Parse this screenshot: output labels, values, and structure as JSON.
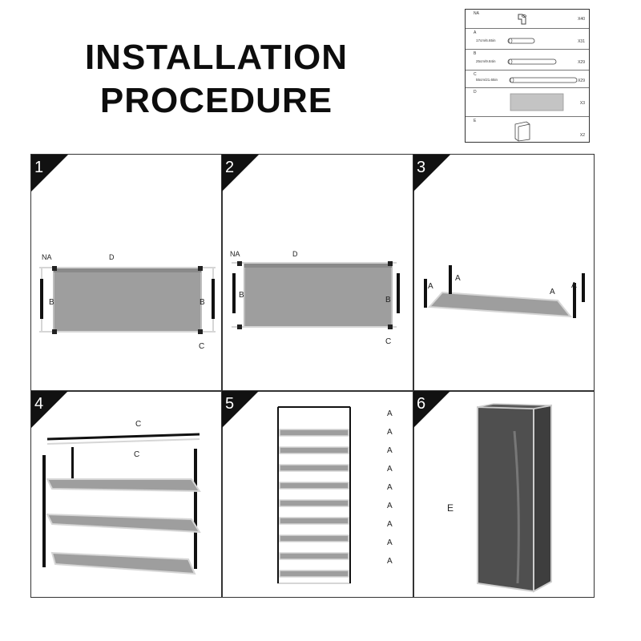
{
  "title": {
    "line1": "INSTALLATION",
    "line2": "PROCEDURE"
  },
  "parts": [
    {
      "code": "NA",
      "qty": "X40",
      "icon": "connector-icon"
    },
    {
      "code": "A",
      "size": "17cm/6.65in",
      "qty": "X31",
      "icon": "short-tube-icon"
    },
    {
      "code": "B",
      "size": "25cm/9.84in",
      "qty": "X29",
      "icon": "medium-tube-icon"
    },
    {
      "code": "C",
      "size": "55cm/21.65in",
      "qty": "X29",
      "icon": "long-tube-icon"
    },
    {
      "code": "D",
      "qty": "X3",
      "icon": "shelf-panel-icon"
    },
    {
      "code": "E",
      "qty": "X2",
      "icon": "cover-icon"
    }
  ],
  "steps": [
    {
      "number": "1",
      "labels": {
        "na": "NA",
        "d": "D",
        "b_left": "B",
        "b_right": "B",
        "c": "C"
      }
    },
    {
      "number": "2",
      "labels": {
        "na": "NA",
        "d": "D",
        "b_left": "B",
        "b_right": "B",
        "c": "C"
      }
    },
    {
      "number": "3",
      "labels": {
        "a1": "A",
        "a2": "A",
        "a3": "A",
        "a4": "A"
      }
    },
    {
      "number": "4",
      "labels": {
        "c_top": "C",
        "c_bottom": "C"
      }
    },
    {
      "number": "5",
      "labels": {
        "a": [
          "A",
          "A",
          "A",
          "A",
          "A",
          "A",
          "A",
          "A",
          "A"
        ]
      }
    },
    {
      "number": "6",
      "labels": {
        "e": "E"
      }
    }
  ]
}
